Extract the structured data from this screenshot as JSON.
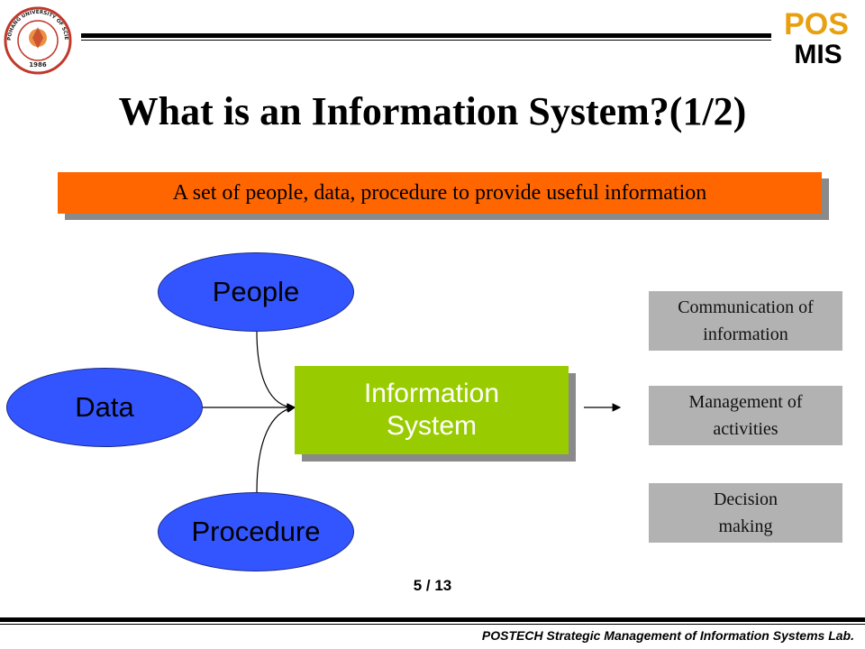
{
  "header": {
    "left_logo": {
      "text": "POHANG UNIVERSITY OF SCIENCE AND TECHNOLOGY",
      "year": "1986",
      "colors": {
        "ring": "#c0392b",
        "center": "#e67e22"
      }
    },
    "right_logo": {
      "line1": "POS",
      "line2": "MIS",
      "colors": {
        "top": "#e8a010",
        "bottom": "#000000"
      }
    }
  },
  "title": "What is an Information System?(1/2)",
  "definition": {
    "text": "A set of people, data, procedure to provide useful information",
    "color": "#ff6600"
  },
  "diagram": {
    "inputs": [
      {
        "label": "People"
      },
      {
        "label": "Data"
      },
      {
        "label": "Procedure"
      }
    ],
    "center": {
      "line1": "Information",
      "line2": "System",
      "color": "#99cc00"
    },
    "outputs": [
      {
        "line1": "Communication of",
        "line2": "information"
      },
      {
        "line1": "Management of",
        "line2": "activities"
      },
      {
        "line1": "Decision",
        "line2": "making"
      }
    ],
    "ellipse_color": "#3355ff",
    "output_box_color": "#b2b2b2"
  },
  "page_number": "5 / 13",
  "footer": "POSTECH Strategic Management of Information Systems Lab."
}
